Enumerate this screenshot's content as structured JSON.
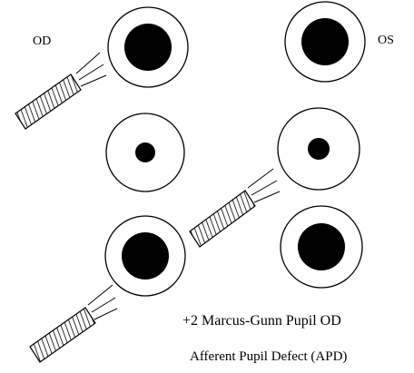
{
  "labels": {
    "od": "OD",
    "os": "OS",
    "grade": "+2 Marcus-Gunn Pupil OD",
    "defect": "Afferent Pupil Defect  (APD)"
  },
  "figure": {
    "rows": [
      {
        "od_pupil": "dilated",
        "os_pupil": "dilated",
        "light_on": "OD"
      },
      {
        "od_pupil": "constricted",
        "os_pupil": "constricted",
        "light_on": "OS"
      },
      {
        "od_pupil": "dilated",
        "os_pupil": "dilated",
        "light_on": "OD"
      }
    ],
    "colors": {
      "ink": "#000000",
      "paper": "#ffffff"
    }
  }
}
